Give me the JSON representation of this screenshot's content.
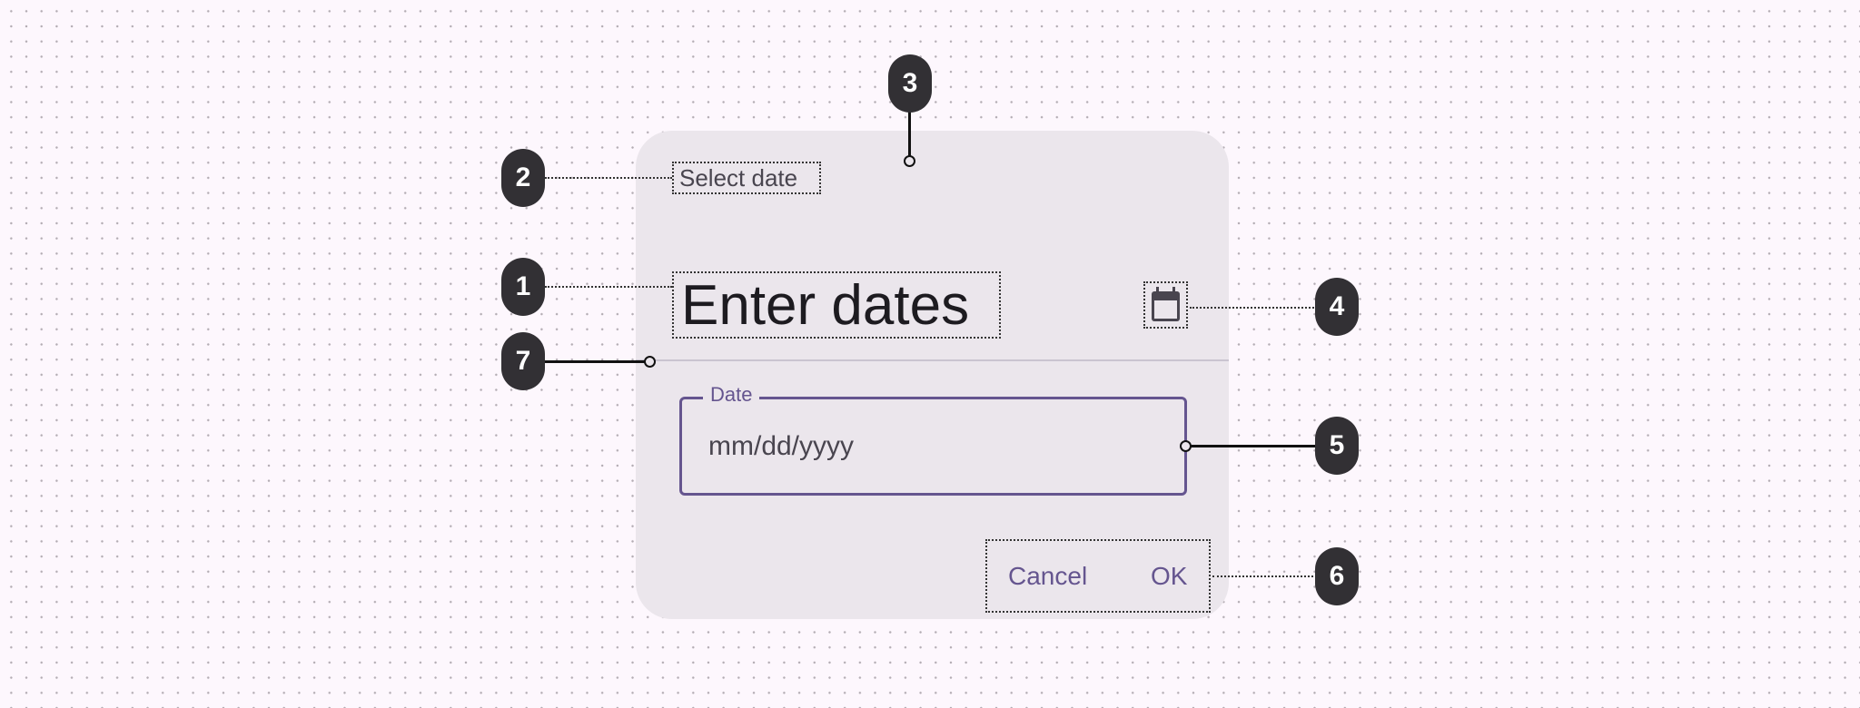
{
  "dialog": {
    "supporting_text": "Select date",
    "headline": "Enter dates",
    "mode_icon": "calendar-icon",
    "field": {
      "label": "Date",
      "placeholder": "mm/dd/yyyy"
    },
    "actions": {
      "cancel": "Cancel",
      "ok": "OK"
    }
  },
  "callouts": [
    "1",
    "2",
    "3",
    "4",
    "5",
    "6",
    "7"
  ],
  "colors": {
    "accent": "#65558f",
    "surface": "#ebe6ec",
    "badge": "#323034"
  }
}
